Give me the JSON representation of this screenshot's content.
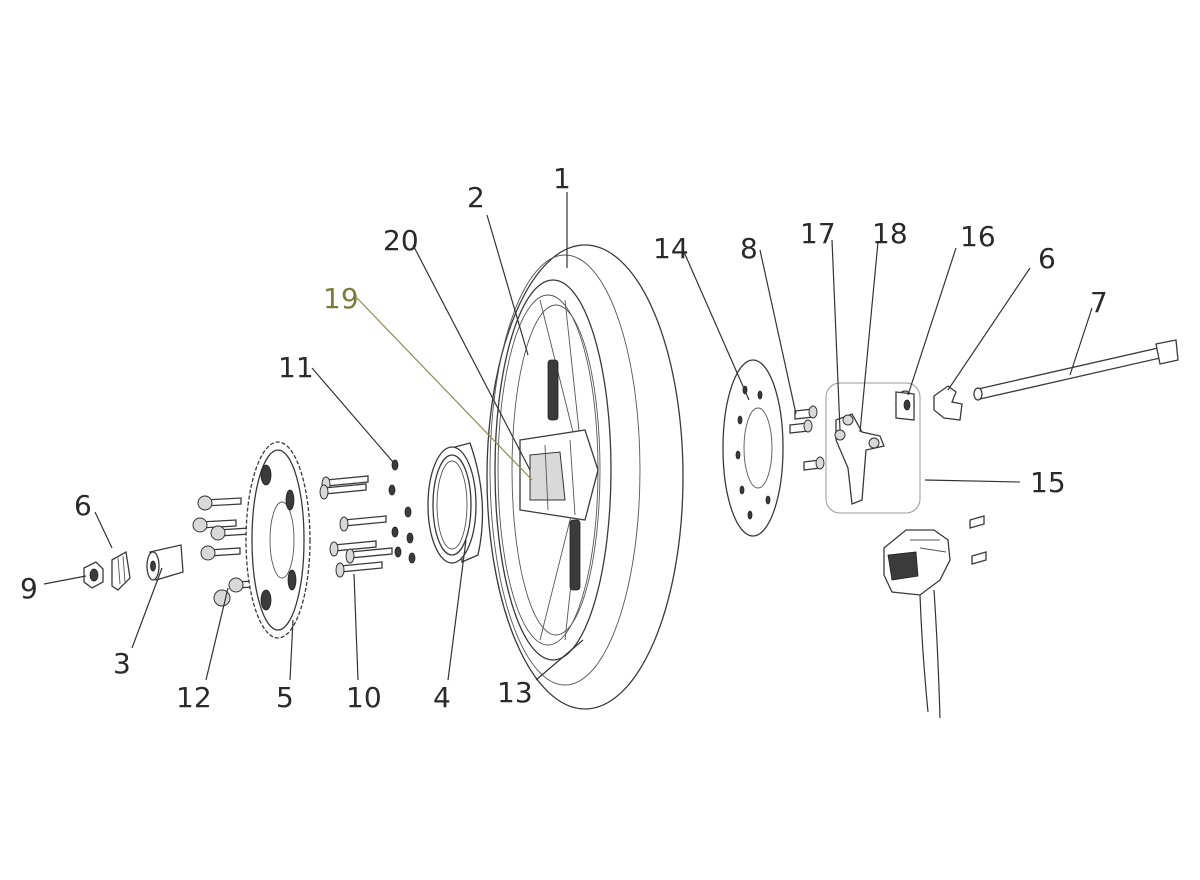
{
  "diagram": {
    "callouts": [
      {
        "id": "c1",
        "text": "1",
        "accent": false
      },
      {
        "id": "c2",
        "text": "2",
        "accent": false
      },
      {
        "id": "c3",
        "text": "3",
        "accent": false
      },
      {
        "id": "c4",
        "text": "4",
        "accent": false
      },
      {
        "id": "c5",
        "text": "5",
        "accent": false
      },
      {
        "id": "c6a",
        "text": "6",
        "accent": false
      },
      {
        "id": "c6b",
        "text": "6",
        "accent": false
      },
      {
        "id": "c7",
        "text": "7",
        "accent": false
      },
      {
        "id": "c8",
        "text": "8",
        "accent": false
      },
      {
        "id": "c9",
        "text": "9",
        "accent": false
      },
      {
        "id": "c10",
        "text": "10",
        "accent": false
      },
      {
        "id": "c11",
        "text": "11",
        "accent": false
      },
      {
        "id": "c12",
        "text": "12",
        "accent": false
      },
      {
        "id": "c13",
        "text": "13",
        "accent": false
      },
      {
        "id": "c14",
        "text": "14",
        "accent": false
      },
      {
        "id": "c15",
        "text": "15",
        "accent": false
      },
      {
        "id": "c16",
        "text": "16",
        "accent": false
      },
      {
        "id": "c17",
        "text": "17",
        "accent": false
      },
      {
        "id": "c18",
        "text": "18",
        "accent": false
      },
      {
        "id": "c19",
        "text": "19",
        "accent": true
      },
      {
        "id": "c20",
        "text": "20",
        "accent": false
      }
    ],
    "colors": {
      "line": "#333333",
      "accent": "#7c7a3c",
      "background": "#ffffff"
    }
  }
}
